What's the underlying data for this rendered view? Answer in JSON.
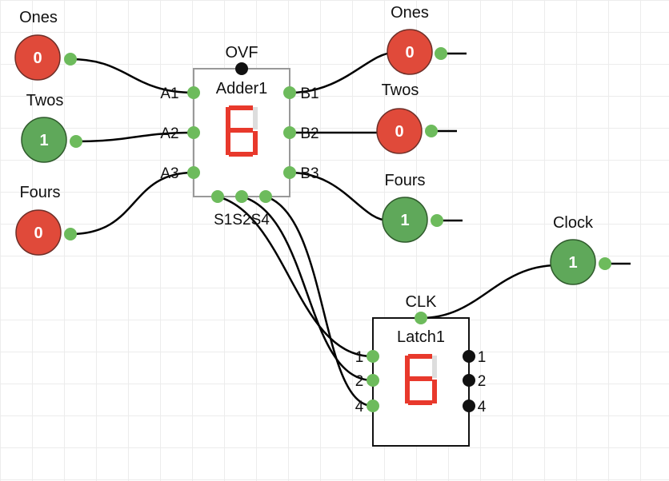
{
  "colors": {
    "high": "#5fa85a",
    "low": "#e04a3a",
    "connector": "#6dbb5c",
    "box_border": "#999999",
    "segment": "#e8392c",
    "segment_off": "#dddddd"
  },
  "inputs": [
    {
      "label": "Ones",
      "value": "0"
    },
    {
      "label": "Twos",
      "value": "1"
    },
    {
      "label": "Fours",
      "value": "0"
    }
  ],
  "outputs": [
    {
      "label": "Ones",
      "value": "0"
    },
    {
      "label": "Twos",
      "value": "0"
    },
    {
      "label": "Fours",
      "value": "1"
    }
  ],
  "clock": {
    "label": "Clock",
    "value": "1"
  },
  "adder": {
    "name": "Adder1",
    "overflow_label": "OVF",
    "display_digit": "6",
    "input_pins": [
      "A1",
      "A2",
      "A3"
    ],
    "output_pins": [
      "B1",
      "B2",
      "B3"
    ],
    "sum_pins_label": "S1S2S4"
  },
  "latch": {
    "name": "Latch1",
    "clock_label": "CLK",
    "display_digit": "6",
    "input_pins": [
      "1",
      "2",
      "4"
    ],
    "output_pins": [
      "1",
      "2",
      "4"
    ]
  }
}
